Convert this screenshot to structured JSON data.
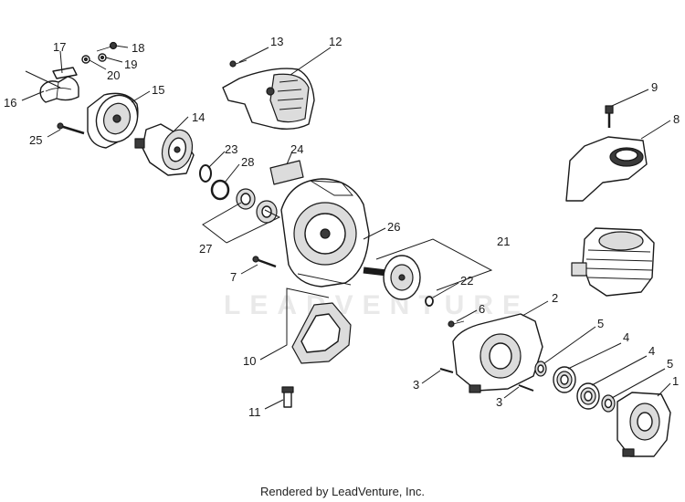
{
  "watermark": "LEADVENTURE",
  "footer": "Rendered by LeadVenture, Inc.",
  "callouts": {
    "p1": "1",
    "p2": "2",
    "p3a": "3",
    "p3b": "3",
    "p4a": "4",
    "p4b": "4",
    "p5a": "5",
    "p5b": "5",
    "p6": "6",
    "p7": "7",
    "p8": "8",
    "p9": "9",
    "p10": "10",
    "p11": "11",
    "p12": "12",
    "p13": "13",
    "p14": "14",
    "p15": "15",
    "p16": "16",
    "p17": "17",
    "p18": "18",
    "p19": "19",
    "p20": "20",
    "p21": "21",
    "p22": "22",
    "p23": "23",
    "p24": "24",
    "p25": "25",
    "p26": "26",
    "p27": "27",
    "p28": "28"
  }
}
